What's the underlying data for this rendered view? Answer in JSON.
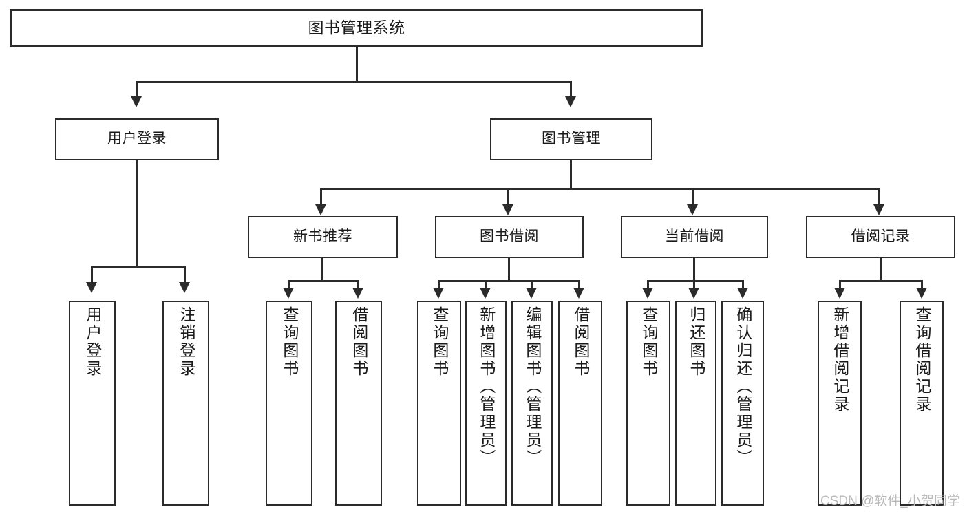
{
  "diagram": {
    "title": "图书管理系统",
    "type": "tree",
    "root": {
      "id": "root",
      "label": "图书管理系统"
    },
    "level2": [
      {
        "id": "user-login",
        "label": "用户登录"
      },
      {
        "id": "book-manage",
        "label": "图书管理"
      }
    ],
    "level3": [
      {
        "id": "new-book-recommend",
        "label": "新书推荐"
      },
      {
        "id": "book-borrow",
        "label": "图书借阅"
      },
      {
        "id": "current-borrow",
        "label": "当前借阅"
      },
      {
        "id": "borrow-record",
        "label": "借阅记录"
      }
    ],
    "leaves": [
      {
        "id": "leaf-user-login",
        "label": "用户登录",
        "parent": "user-login"
      },
      {
        "id": "leaf-user-logout",
        "label": "注销登录",
        "parent": "user-login"
      },
      {
        "id": "leaf-query-book-1",
        "label": "查询图书",
        "parent": "new-book-recommend"
      },
      {
        "id": "leaf-borrow-book-1",
        "label": "借阅图书",
        "parent": "new-book-recommend"
      },
      {
        "id": "leaf-query-book-2",
        "label": "查询图书",
        "parent": "book-borrow"
      },
      {
        "id": "leaf-add-book",
        "label": "新增图书（管理员）",
        "parent": "book-borrow"
      },
      {
        "id": "leaf-edit-book",
        "label": "编辑图书（管理员）",
        "parent": "book-borrow"
      },
      {
        "id": "leaf-borrow-book-2",
        "label": "借阅图书",
        "parent": "book-borrow"
      },
      {
        "id": "leaf-query-book-3",
        "label": "查询图书",
        "parent": "current-borrow"
      },
      {
        "id": "leaf-return-book",
        "label": "归还图书",
        "parent": "current-borrow"
      },
      {
        "id": "leaf-confirm-return",
        "label": "确认归还（管理员）",
        "parent": "current-borrow"
      },
      {
        "id": "leaf-add-borrow-record",
        "label": "新增借阅记录",
        "parent": "borrow-record"
      },
      {
        "id": "leaf-query-borrow-record",
        "label": "查询借阅记录",
        "parent": "borrow-record"
      }
    ]
  },
  "watermark": {
    "text": "CSDN @软件_小贺同学"
  },
  "colors": {
    "stroke": "#2b2b2b",
    "fill": "#ffffff",
    "text": "#1a1a1a",
    "watermark": "#b9b9b9"
  }
}
